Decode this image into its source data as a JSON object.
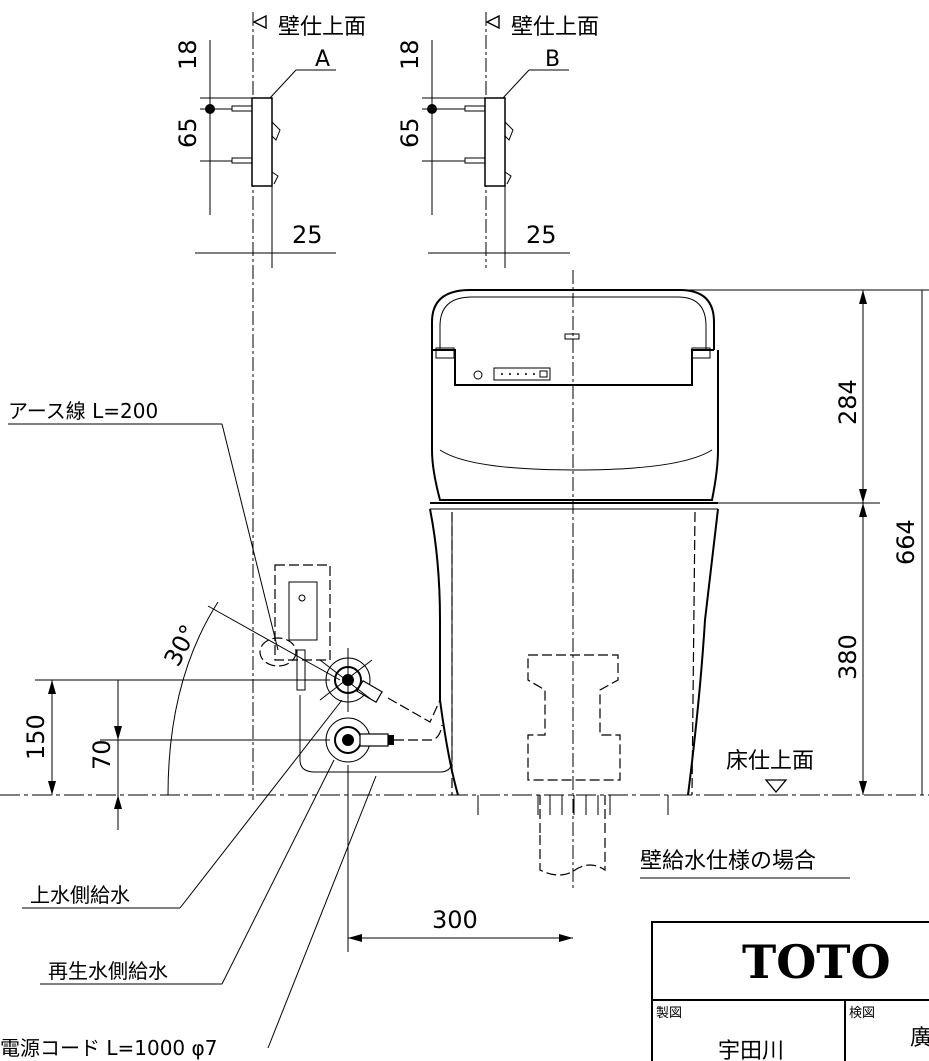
{
  "details": {
    "wall_finish_label": "壁仕上面",
    "detail_a": "A",
    "detail_b": "B",
    "dim_18": "18",
    "dim_65": "65",
    "dim_25": "25"
  },
  "main_view": {
    "dim_284": "284",
    "dim_664": "664",
    "dim_380": "380",
    "dim_150": "150",
    "dim_70": "70",
    "dim_300": "300",
    "angle_30": "30°",
    "floor_finish_label": "床仕上面"
  },
  "callouts": {
    "earth_wire": "アース線 L=200",
    "upper_water": "上水側給水",
    "recycled_water": "再生水側給水",
    "power_cord": "電源コード L=1000 φ7"
  },
  "note": "壁給水仕様の場合",
  "title_block": {
    "brand": "TOTO",
    "drawn_label": "製図",
    "checked_label": "検図",
    "drawn_by": "宇田川",
    "checked_by_partial": "廣"
  }
}
